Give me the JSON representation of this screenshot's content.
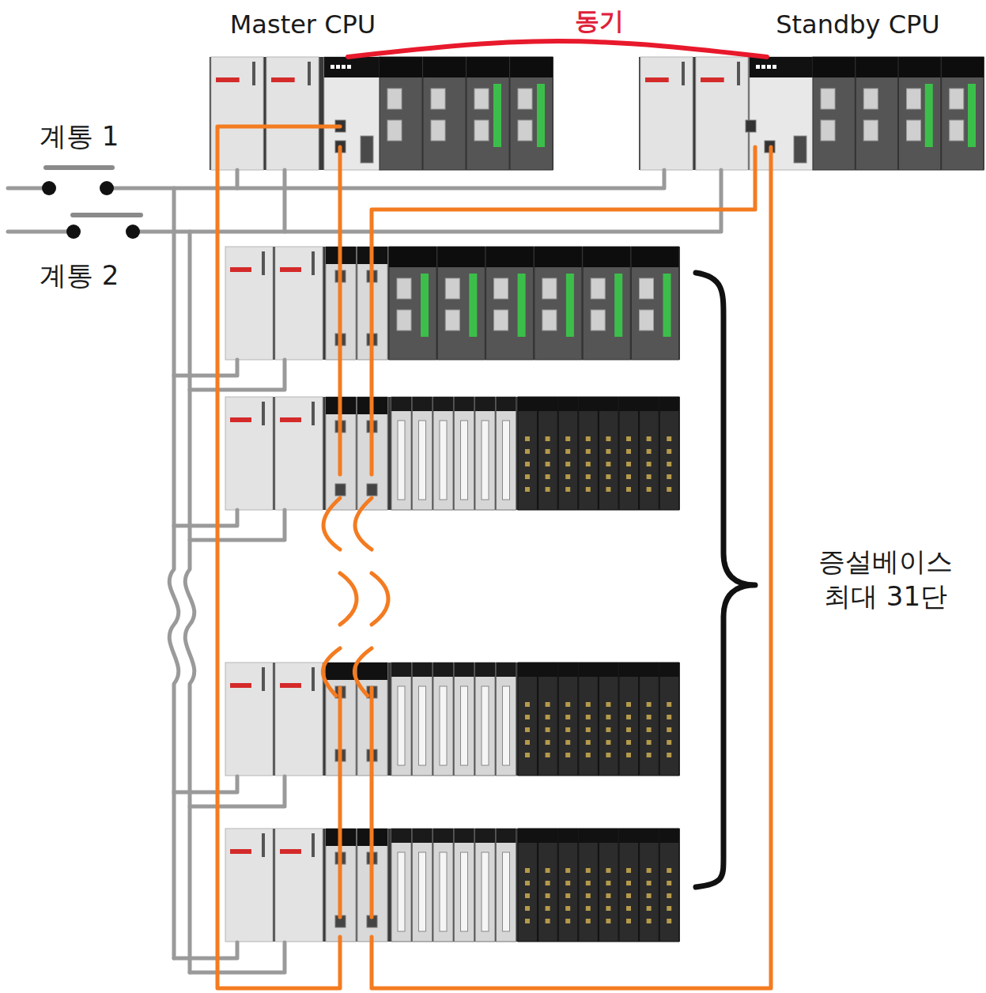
{
  "diagram": {
    "nodes": [
      {
        "text": [
          "Master CPU"
        ]
      },
      {
        "text": [
          "Standby CPU"
        ]
      }
    ],
    "edges": [
      {
        "from": 0,
        "to": 1,
        "arrow": "none",
        "label": "동기"
      }
    ],
    "labels": [
      "계통 1",
      "계통 2",
      "증설베이스 최대 31단"
    ]
  }
}
